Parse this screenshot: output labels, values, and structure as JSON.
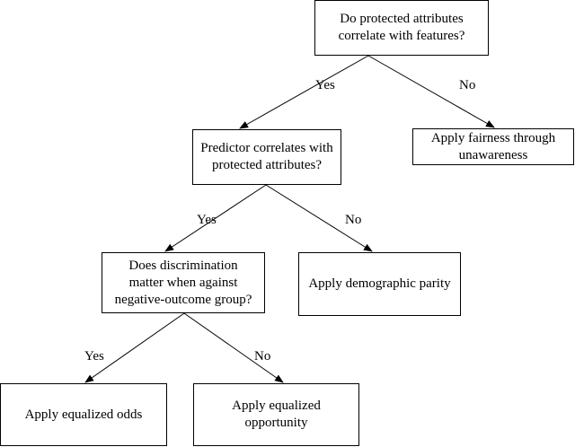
{
  "nodes": {
    "q1": {
      "lines": [
        "Do protected attributes",
        "correlate with features?"
      ]
    },
    "q2": {
      "lines": [
        "Predictor correlates with",
        "protected attributes?"
      ]
    },
    "a_unaware": {
      "lines": [
        "Apply fairness through",
        "unawareness"
      ]
    },
    "q3": {
      "lines": [
        "Does discrimination",
        "matter when against",
        "negative-outcome group?"
      ]
    },
    "a_parity": {
      "lines": [
        "Apply demographic parity"
      ]
    },
    "a_odds": {
      "lines": [
        "Apply equalized odds"
      ]
    },
    "a_opportunity": {
      "lines": [
        "Apply equalized",
        "opportunity"
      ]
    }
  },
  "edges": [
    {
      "from": "q1",
      "to": "q2",
      "label": "Yes"
    },
    {
      "from": "q1",
      "to": "a_unaware",
      "label": "No"
    },
    {
      "from": "q2",
      "to": "q3",
      "label": "Yes"
    },
    {
      "from": "q2",
      "to": "a_parity",
      "label": "No"
    },
    {
      "from": "q3",
      "to": "a_odds",
      "label": "Yes"
    },
    {
      "from": "q3",
      "to": "a_opportunity",
      "label": "No"
    }
  ]
}
